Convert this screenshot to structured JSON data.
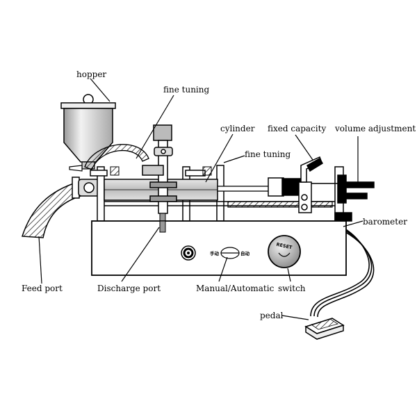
{
  "labels": {
    "hopper": "hopper",
    "fine_tuning_top": "fine tuning",
    "cylinder": "cylinder",
    "fine_tuning_mid": "fine tuning",
    "fixed_capacity": "fixed capacity",
    "volume_adjustment": "volume adjustment",
    "barometer": "barometer",
    "feed_port": "Feed port",
    "discharge_port": "Discharge port",
    "manual_automatic": "Manual/Automatic",
    "switch": "switch",
    "pedal": "pedal"
  },
  "panel": {
    "manual_text": "手动",
    "auto_text": "自动",
    "reset_text": "RESET"
  },
  "colors": {
    "line": "#000000",
    "hopper_fill": "#d9d9d9",
    "cylinder_fill": "#cfcfcf",
    "button_fill": "#bdbdbd"
  }
}
